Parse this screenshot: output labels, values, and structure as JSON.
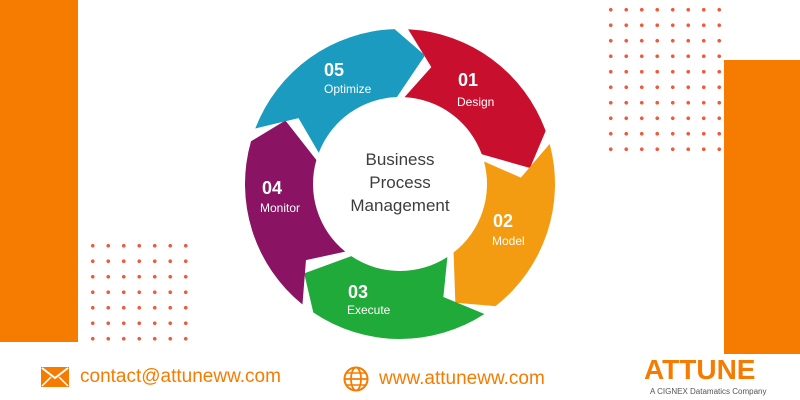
{
  "center": {
    "line1": "Business",
    "line2": "Process",
    "line3": "Management"
  },
  "steps": [
    {
      "number": "01",
      "label": "Design",
      "color": "#c8102e"
    },
    {
      "number": "02",
      "label": "Model",
      "color": "#f39c12"
    },
    {
      "number": "03",
      "label": "Execute",
      "color": "#1faa3a"
    },
    {
      "number": "04",
      "label": "Monitor",
      "color": "#8a1463"
    },
    {
      "number": "05",
      "label": "Optimize",
      "color": "#1a9bbf"
    }
  ],
  "footer": {
    "email": "contact@attuneww.com",
    "website": "www.attuneww.com",
    "email_icon": "envelope-icon",
    "web_icon": "globe-icon"
  },
  "brand": {
    "name": "ATTUNE",
    "tagline": "A CIGNEX Datamatics Company"
  },
  "colors": {
    "accent": "#f57c00",
    "dots": "#f05a3c"
  }
}
